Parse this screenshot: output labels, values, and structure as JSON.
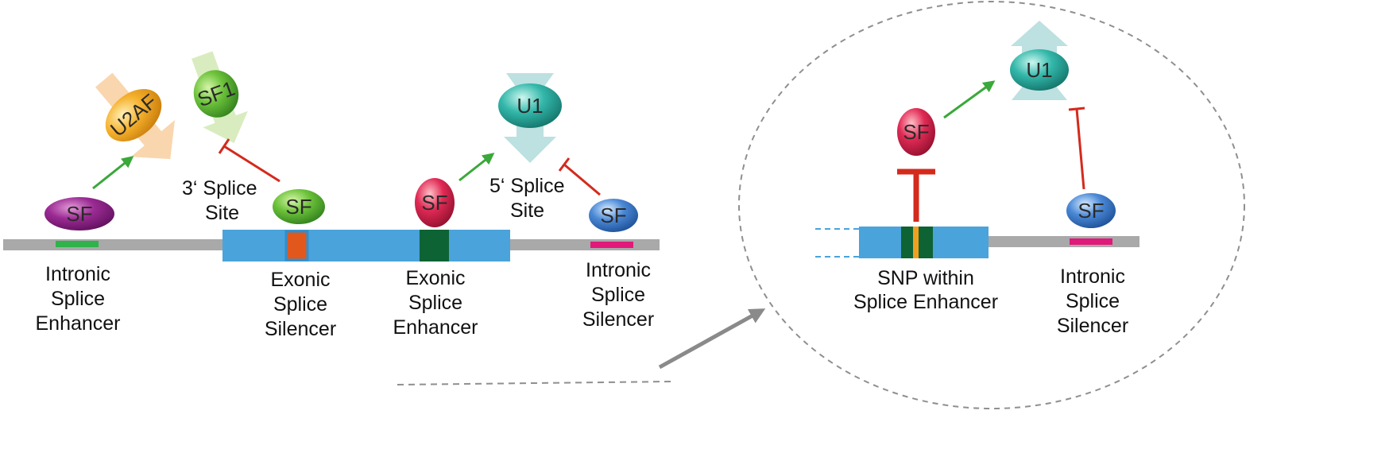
{
  "colors": {
    "intron": "#a9a9a9",
    "exon": "#4aa3da",
    "activation_arrow": "#3aa83a",
    "inhibition": "#d42a1c",
    "zoom_arrow": "#8a8a8a",
    "dashed_outline": "#8f8f8f",
    "ise_mark": "#2fb34a",
    "ess_mark": "#e2571c",
    "ese_mark": "#0e6334",
    "iss_mark": "#e0197a",
    "snp_mark": "#f0a020"
  },
  "factors": {
    "sf": "SF",
    "u2af": "U2AF",
    "sf1": "SF1",
    "u1": "U1"
  },
  "site_labels": {
    "three_prime_line1": "3‘ Splice",
    "three_prime_line2": "Site",
    "five_prime_line1": "5‘ Splice",
    "five_prime_line2": "Site"
  },
  "elements": {
    "ise": [
      "Intronic",
      "Splice",
      "Enhancer"
    ],
    "ess": [
      "Exonic",
      "Splice",
      "Silencer"
    ],
    "ese": [
      "Exonic",
      "Splice",
      "Enhancer"
    ],
    "iss": [
      "Intronic",
      "Splice",
      "Silencer"
    ]
  },
  "inset": {
    "snp_line1": "SNP within",
    "snp_line2": "Splice Enhancer",
    "iss": [
      "Intronic",
      "Splice",
      "Silencer"
    ]
  }
}
